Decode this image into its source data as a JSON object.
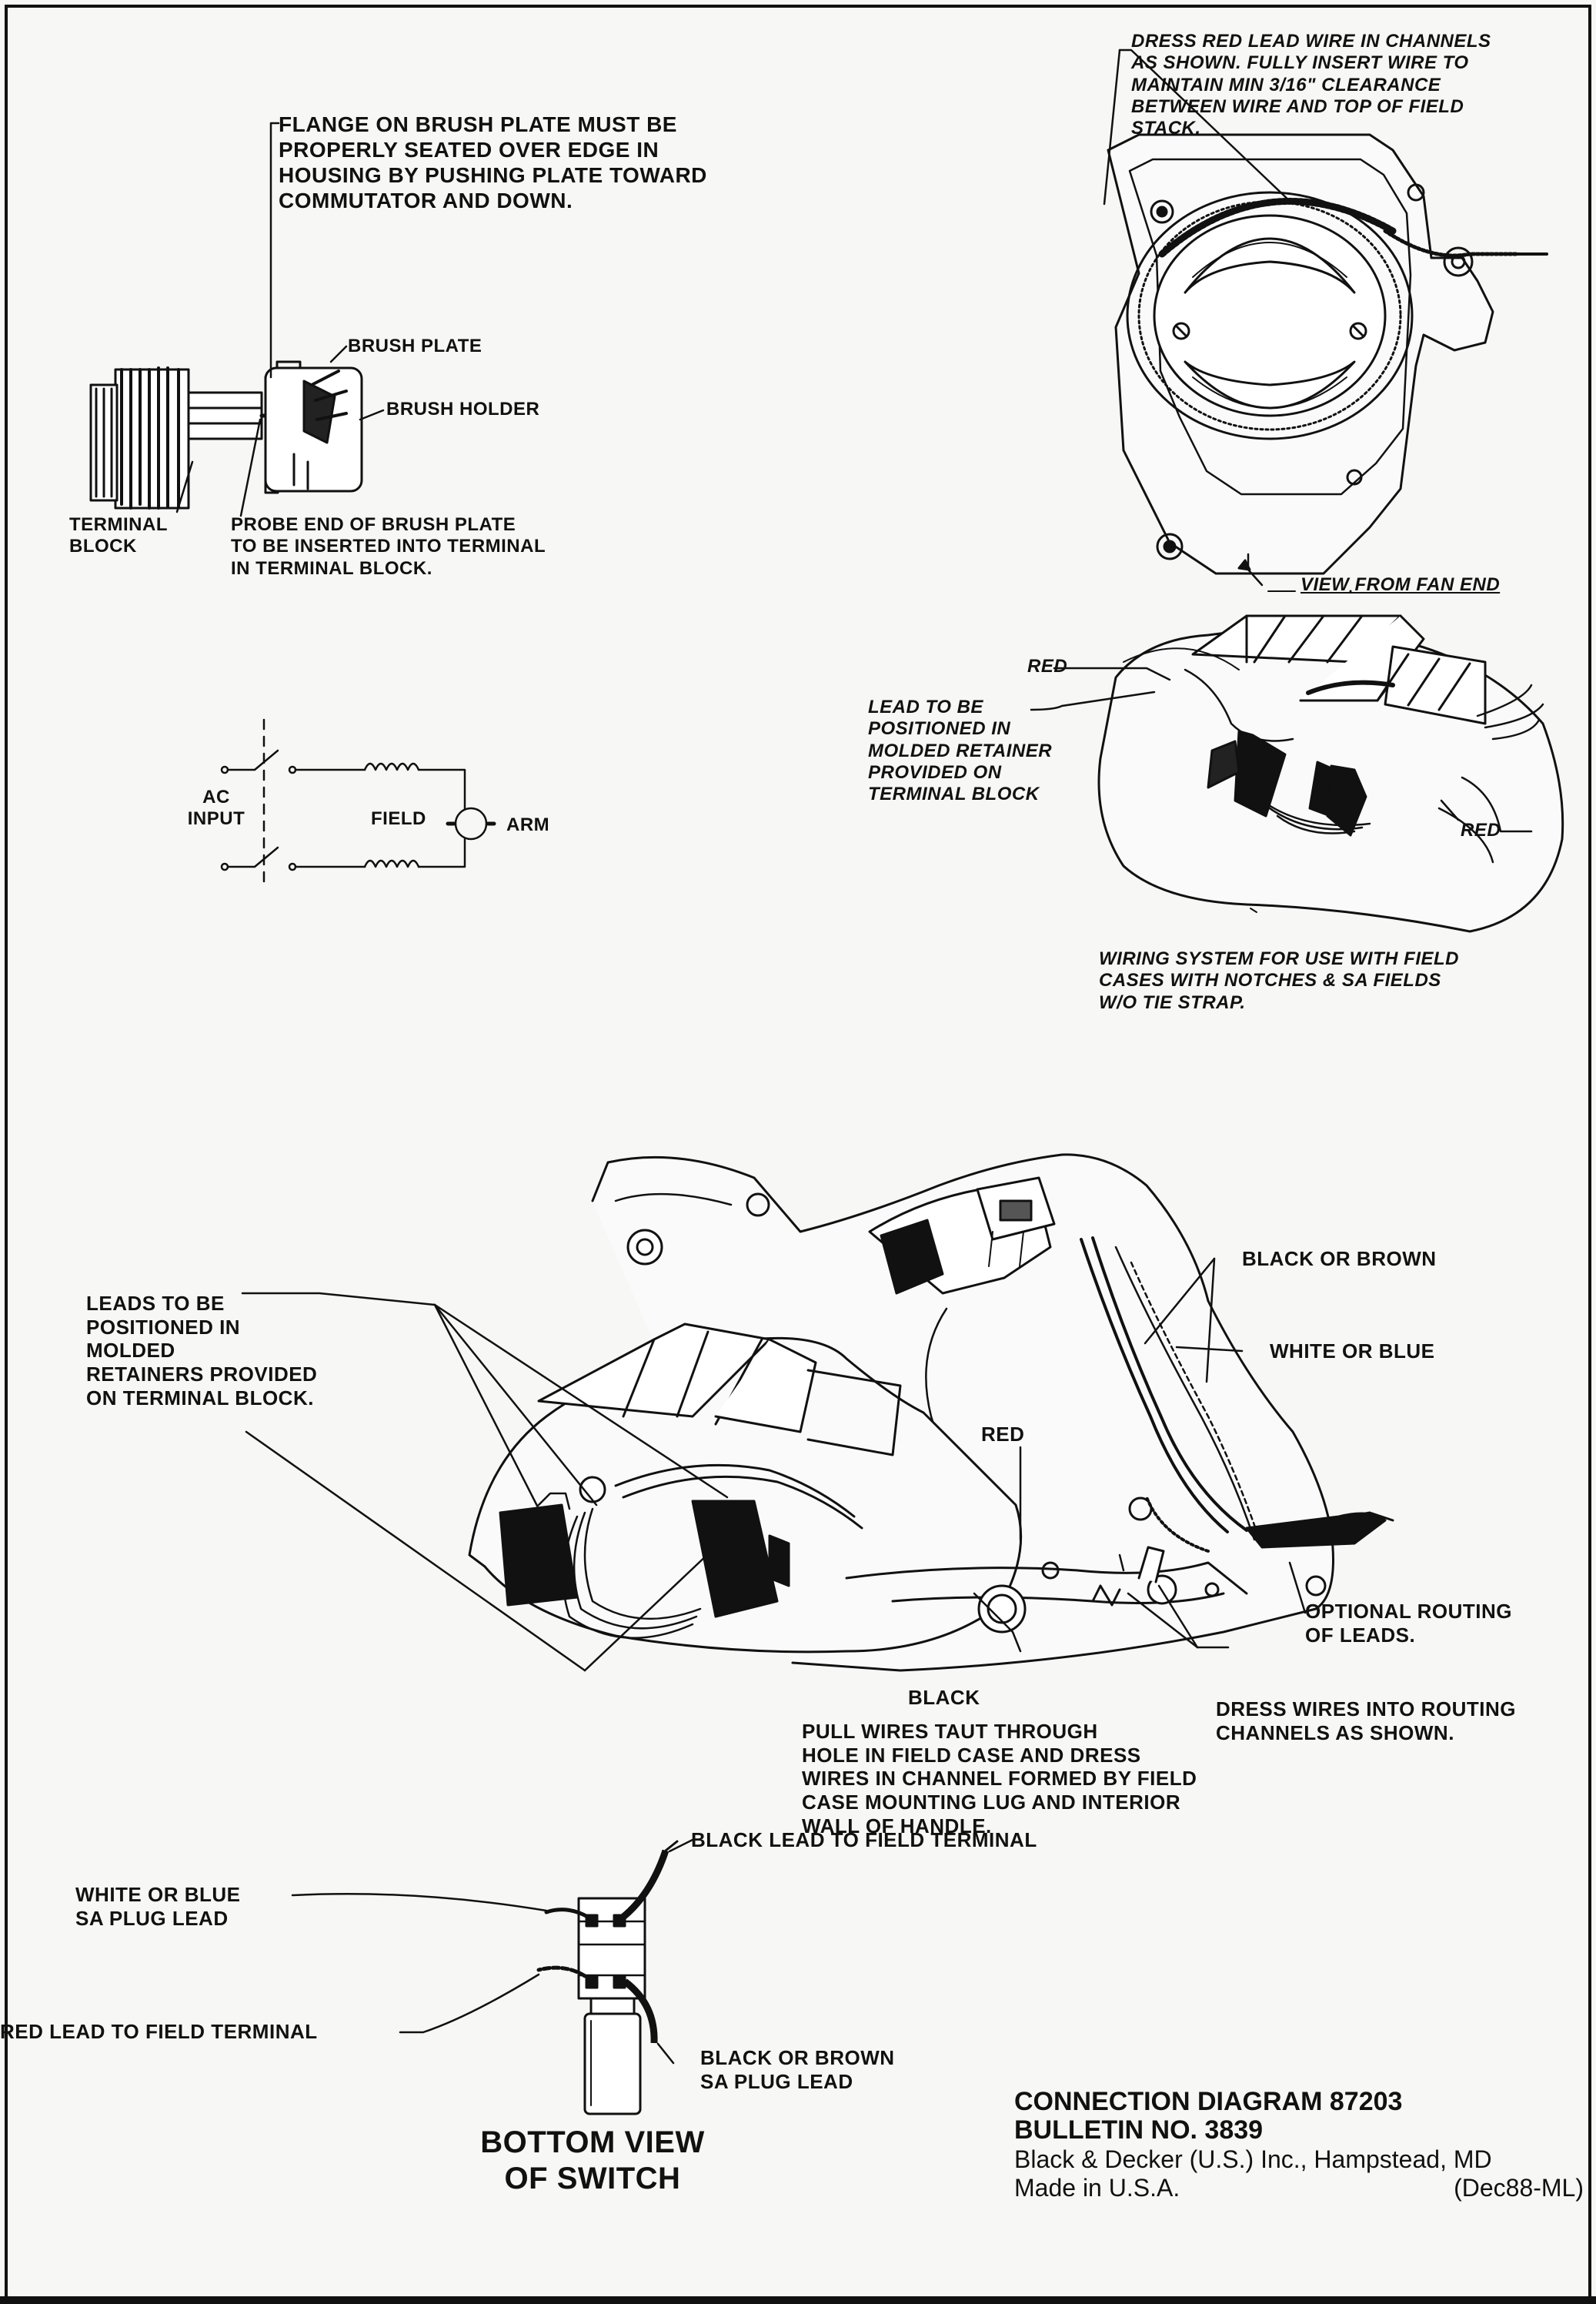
{
  "notes": {
    "flange": "FLANGE ON BRUSH PLATE MUST BE\nPROPERLY SEATED OVER EDGE IN\nHOUSING BY PUSHING PLATE TOWARD\nCOMMUTATOR AND DOWN.",
    "dress_red": "DRESS RED LEAD WIRE IN CHANNELS\nAS SHOWN. FULLY INSERT WIRE TO\nMAINTAIN MIN 3/16\" CLEARANCE\nBETWEEN WIRE AND TOP OF FIELD\nSTACK.",
    "brush_plate": "BRUSH PLATE",
    "brush_holder": "BRUSH HOLDER",
    "terminal_block": "TERMINAL\nBLOCK",
    "probe_end": "PROBE END OF BRUSH PLATE\nTO BE INSERTED INTO TERMINAL\nIN TERMINAL BLOCK.",
    "view_fan_end": "VIEW FROM FAN END",
    "ac_input": "AC\nINPUT",
    "field": "FIELD",
    "arm": "ARM",
    "red_upper": "RED",
    "red_lower": "RED",
    "lead_retainer": "LEAD TO BE\nPOSITIONED IN\nMOLDED RETAINER\nPROVIDED ON\nTERMINAL BLOCK",
    "wiring_system": "WIRING SYSTEM FOR USE WITH FIELD\nCASES WITH NOTCHES & SA FIELDS\nW/O TIE STRAP.",
    "leads_positioned": "LEADS TO BE\nPOSITIONED IN\nMOLDED\nRETAINERS PROVIDED\nON TERMINAL BLOCK.",
    "black_or_brown": "BLACK OR BROWN",
    "white_or_blue": "WHITE OR BLUE",
    "red_main": "RED",
    "optional_routing": "OPTIONAL ROUTING\nOF LEADS.",
    "black_main": "BLACK",
    "dress_wires": "DRESS WIRES INTO ROUTING\nCHANNELS AS SHOWN.",
    "pull_wires": "PULL WIRES TAUT THROUGH\nHOLE IN FIELD CASE AND DRESS\nWIRES IN CHANNEL FORMED BY FIELD\nCASE MOUNTING LUG AND INTERIOR\nWALL OF HANDLE.",
    "black_lead_field": "BLACK LEAD TO FIELD TERMINAL",
    "white_blue_sa": "WHITE OR BLUE\nSA PLUG LEAD",
    "red_lead_field": "RED LEAD TO FIELD TERMINAL",
    "black_brown_sa": "BLACK OR BROWN\nSA PLUG LEAD",
    "bottom_view": "BOTTOM VIEW\nOF SWITCH"
  },
  "bulletin": {
    "line1": "CONNECTION DIAGRAM 87203",
    "line2": "BULLETIN NO. 3839",
    "line3": "Black & Decker (U.S.) Inc., Hampstead, MD",
    "line4_left": "Made in U.S.A.",
    "line4_right": "(Dec88-ML)"
  }
}
